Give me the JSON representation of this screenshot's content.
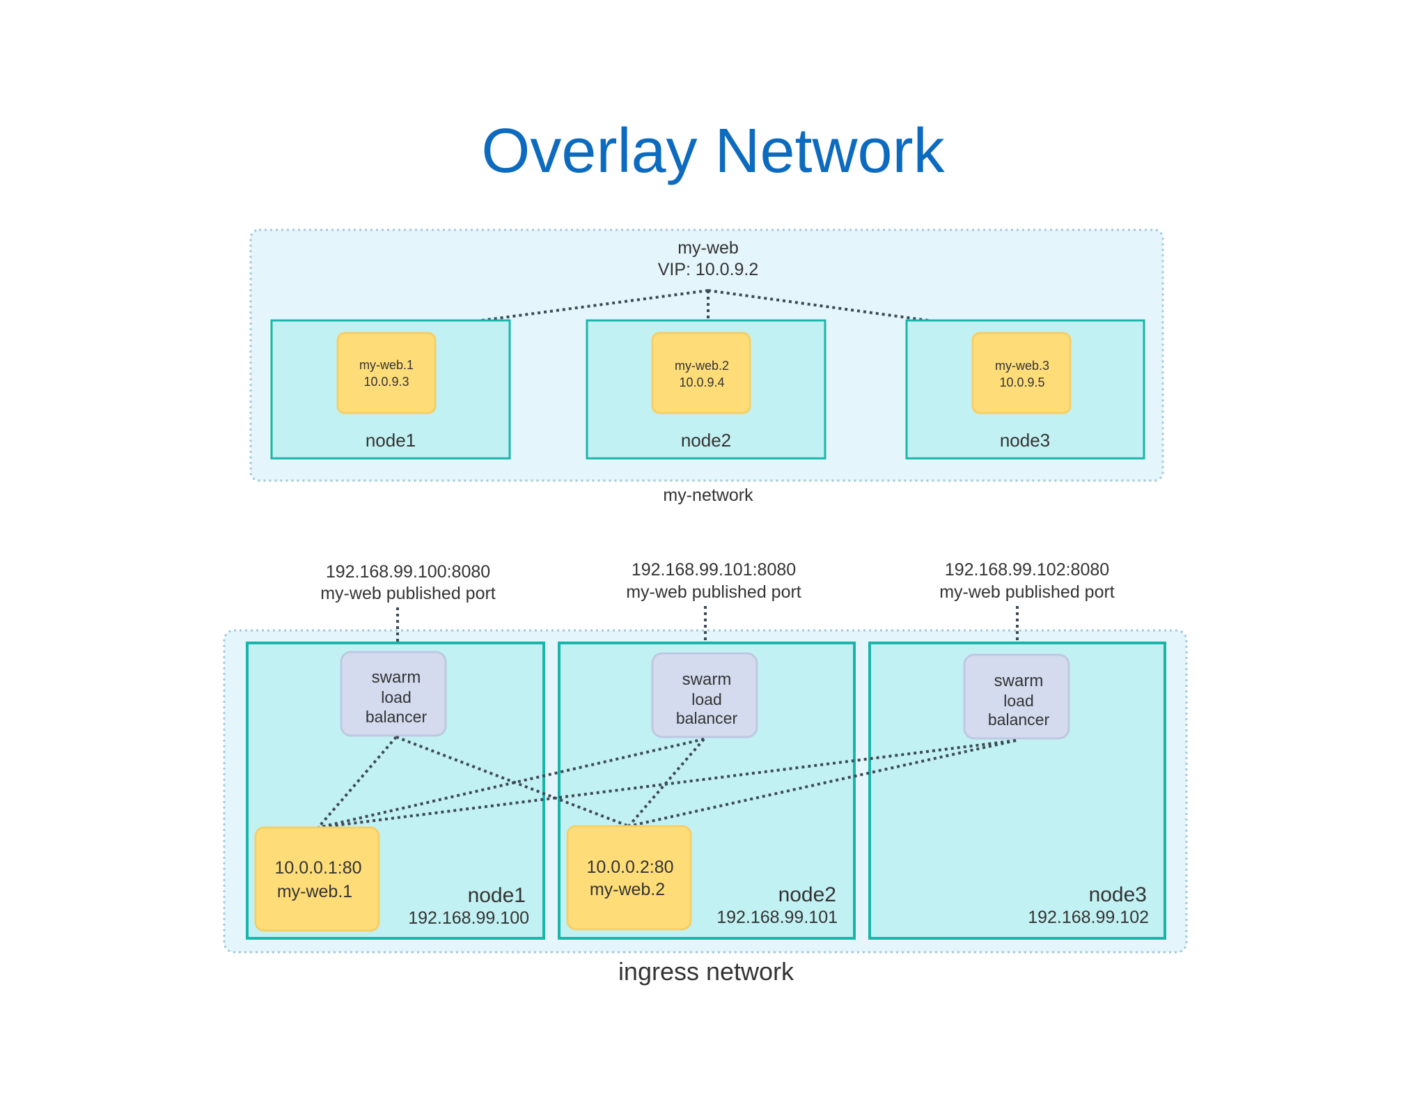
{
  "title": "Overlay Network",
  "colors": {
    "title": "#0d6bbf",
    "network_fill": "#e4f5fc",
    "node_fill": "#c2f1f3",
    "node_border": "#1ab5aa",
    "container_fill": "#fedd79",
    "lb_fill": "#d4dbef"
  },
  "overlay": {
    "service_name": "my-web",
    "vip": "VIP: 10.0.9.2",
    "network_label": "my-network",
    "nodes": [
      {
        "name": "node1",
        "container_name": "my-web.1",
        "container_ip": "10.0.9.3"
      },
      {
        "name": "node2",
        "container_name": "my-web.2",
        "container_ip": "10.0.9.4"
      },
      {
        "name": "node3",
        "container_name": "my-web.3",
        "container_ip": "10.0.9.5"
      }
    ]
  },
  "ingress": {
    "network_label": "ingress network",
    "nodes": [
      {
        "name": "node1",
        "ip": "192.168.99.100",
        "published": "192.168.99.100:8080",
        "published_label": "my-web published port",
        "lb": [
          "swarm",
          "load",
          "balancer"
        ],
        "container_addr": "10.0.0.1:80",
        "container_name": "my-web.1"
      },
      {
        "name": "node2",
        "ip": "192.168.99.101",
        "published": "192.168.99.101:8080",
        "published_label": "my-web published port",
        "lb": [
          "swarm",
          "load",
          "balancer"
        ],
        "container_addr": "10.0.0.2:80",
        "container_name": "my-web.2"
      },
      {
        "name": "node3",
        "ip": "192.168.99.102",
        "published": "192.168.99.102:8080",
        "published_label": "my-web published port",
        "lb": [
          "swarm",
          "load",
          "balancer"
        ]
      }
    ]
  }
}
